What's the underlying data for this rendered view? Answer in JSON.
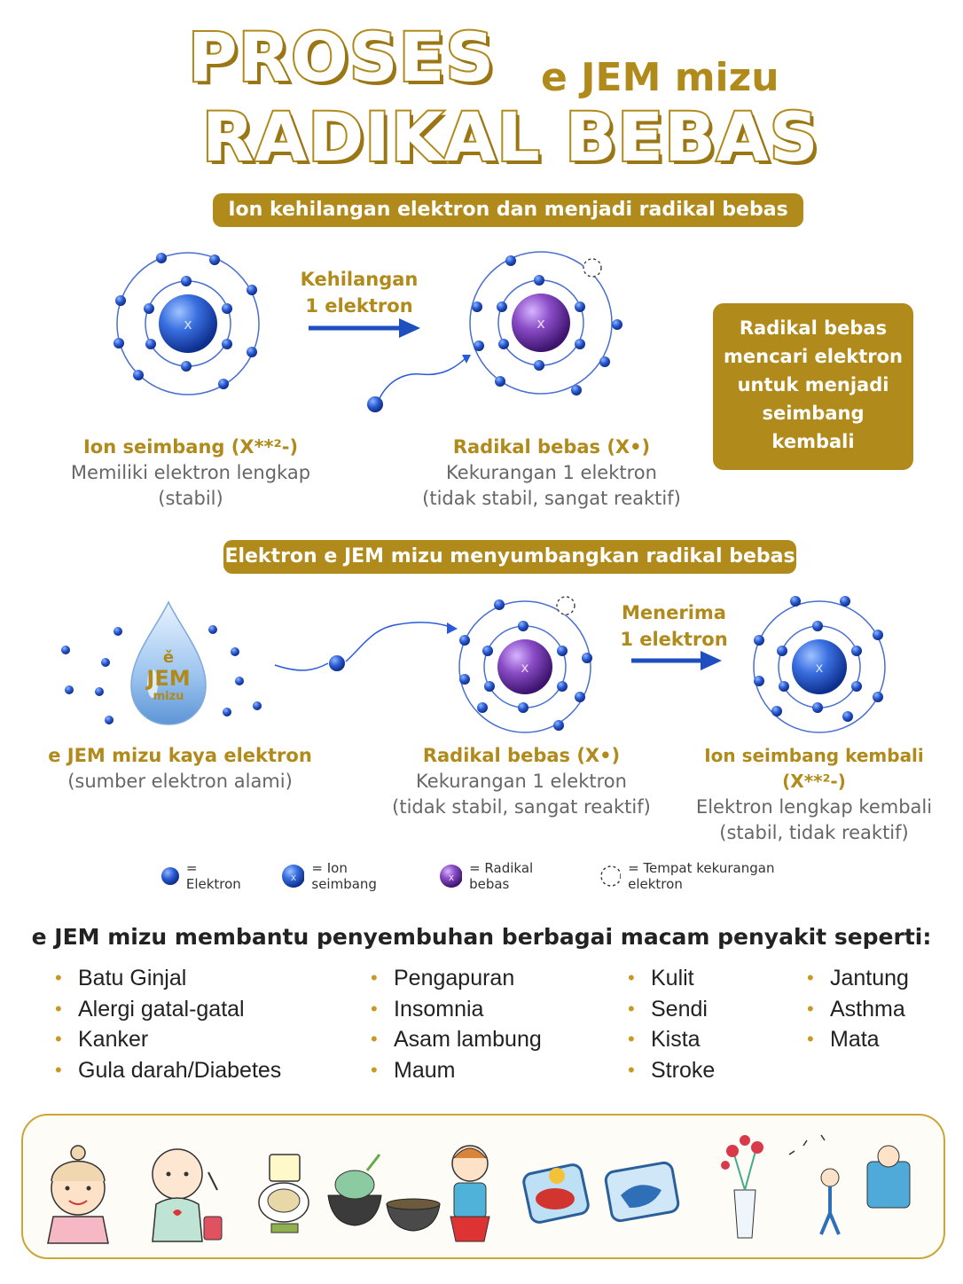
{
  "title": {
    "line1": "PROSES",
    "line1_suffix": "e JEM mizu",
    "line2": "RADIKAL BEBAS"
  },
  "section1": {
    "banner": "Ion kehilangan elektron dan menjadi radikal bebas",
    "arrow_label_line1": "Kehilangan",
    "arrow_label_line2": "1 elektron",
    "left_atom": {
      "title": "Ion seimbang (X**²-)",
      "line1": "Memiliki elektron lengkap",
      "line2": "(stabil)"
    },
    "right_atom": {
      "title": "Radikal bebas (X•)",
      "line1": "Kekurangan 1 elektron",
      "line2": "(tidak stabil, sangat reaktif)"
    },
    "infobox": [
      "Radikal bebas",
      "mencari elektron",
      "untuk menjadi",
      "seimbang",
      "kembali"
    ]
  },
  "section2": {
    "banner": "Elektron e JEM mizu menyumbangkan radikal bebas",
    "drop_text": {
      "top": "ě",
      "mid": "JEM",
      "bottom": "mizu"
    },
    "arrow_label_line1": "Menerima",
    "arrow_label_line2": "1 elektron",
    "source": {
      "title": "e JEM mizu kaya elektron",
      "line1": "(sumber elektron alami)"
    },
    "middle_atom": {
      "title": "Radikal bebas (X•)",
      "line1": "Kekurangan 1 elektron",
      "line2": "(tidak stabil, sangat reaktif)"
    },
    "right_atom": {
      "title": "Ion seimbang kembali (X**²-)",
      "line1": "Elektron lengkap kembali",
      "line2": "(stabil, tidak reaktif)"
    }
  },
  "legend": {
    "electron": "= Elektron",
    "ion": "= Ion seimbang",
    "radical": "= Radikal bebas",
    "missing": "= Tempat kekurangan elektron"
  },
  "diseases": {
    "heading": "e JEM mizu membantu penyembuhan berbagai macam penyakit seperti:",
    "col1": [
      "Batu Ginjal",
      "Alergi gatal-gatal",
      "Kanker",
      "Gula darah/Diabetes"
    ],
    "col2": [
      "Pengapuran",
      "Insomnia",
      "Asam lambung",
      "Maum"
    ],
    "col3": [
      "Kulit",
      "Sendi",
      "Kista",
      "Stroke"
    ],
    "col4": [
      "Jantung",
      "Asthma",
      "Mata"
    ]
  },
  "colors": {
    "gold": "#b08a1a",
    "electron_blue": "#2a5bd7",
    "radical_purple": "#7b3fb0",
    "orbit": "#4a6fd0"
  },
  "illustrations": [
    "face-icon",
    "baby-allergy-icon",
    "toilet-icon",
    "mortar-icon",
    "bowl-icon",
    "insomnia-person-icon",
    "stomach-icon",
    "organ-icon",
    "flower-vase-icon",
    "falling-person-icon"
  ]
}
